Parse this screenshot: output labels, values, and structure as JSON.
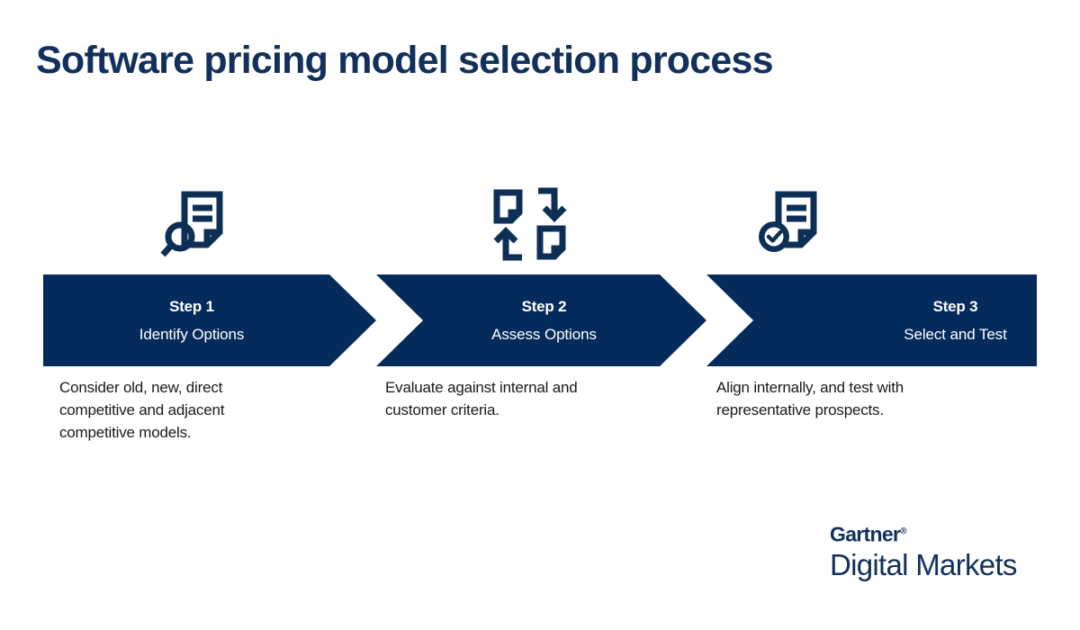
{
  "title": "Software pricing model selection process",
  "colors": {
    "brand_navy": "#042b5c",
    "title_navy": "#11305c",
    "banner_text": "#ffffff",
    "caption_text": "#1a1a1a",
    "background": "#ffffff"
  },
  "steps": [
    {
      "label": "Step 1",
      "name": "Identify Options",
      "caption": "Consider old, new, direct competitive and adjacent competitive models.",
      "icon": "document-magnifier-icon"
    },
    {
      "label": "Step 2",
      "name": "Assess Options",
      "caption": "Evaluate against internal and customer criteria.",
      "icon": "document-compare-arrows-icon"
    },
    {
      "label": "Step 3",
      "name": "Select and Test",
      "caption": "Align internally, and test with representative prospects.",
      "icon": "document-check-icon"
    }
  ],
  "logo": {
    "brand": "Gartner",
    "registered": "®",
    "product": "Digital Markets"
  }
}
